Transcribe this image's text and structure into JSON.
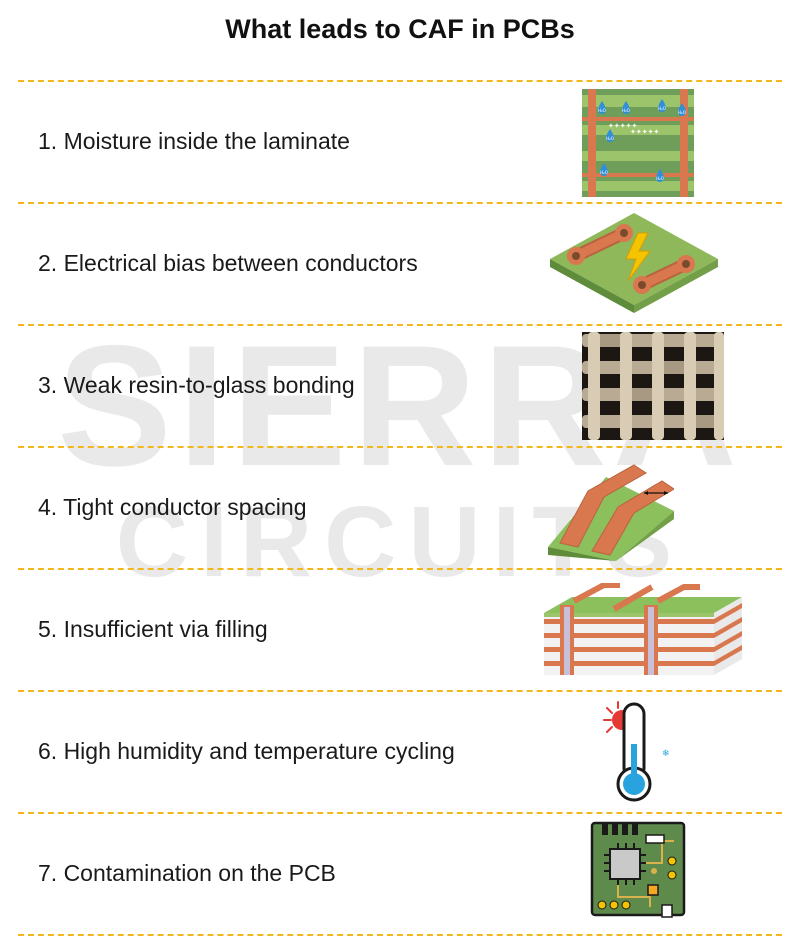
{
  "title": "What leads to CAF in PCBs",
  "watermark": {
    "line1": "SIERRA",
    "line2": "CIRCUITS"
  },
  "items": [
    {
      "label": "1. Moisture inside the laminate",
      "icon": "moisture-laminate-icon"
    },
    {
      "label": "2. Electrical bias between conductors",
      "icon": "electrical-bias-icon"
    },
    {
      "label": "3. Weak resin-to-glass bonding",
      "icon": "glass-weave-icon"
    },
    {
      "label": "4. Tight conductor spacing",
      "icon": "conductor-spacing-icon"
    },
    {
      "label": "5. Insufficient via filling",
      "icon": "via-cross-section-icon"
    },
    {
      "label": "6. High humidity and temperature cycling",
      "icon": "thermometer-icon"
    },
    {
      "label": "7. Contamination on the PCB",
      "icon": "contaminated-pcb-icon"
    }
  ],
  "drops": [
    "H₂O",
    "H₂O",
    "H₂O",
    "H₂O",
    "H₂O",
    "H₂O",
    "H₂O"
  ],
  "colors": {
    "separator": "#f3b61c",
    "board_green": "#8fb85a",
    "copper": "#d9774f",
    "title": "#111111"
  }
}
